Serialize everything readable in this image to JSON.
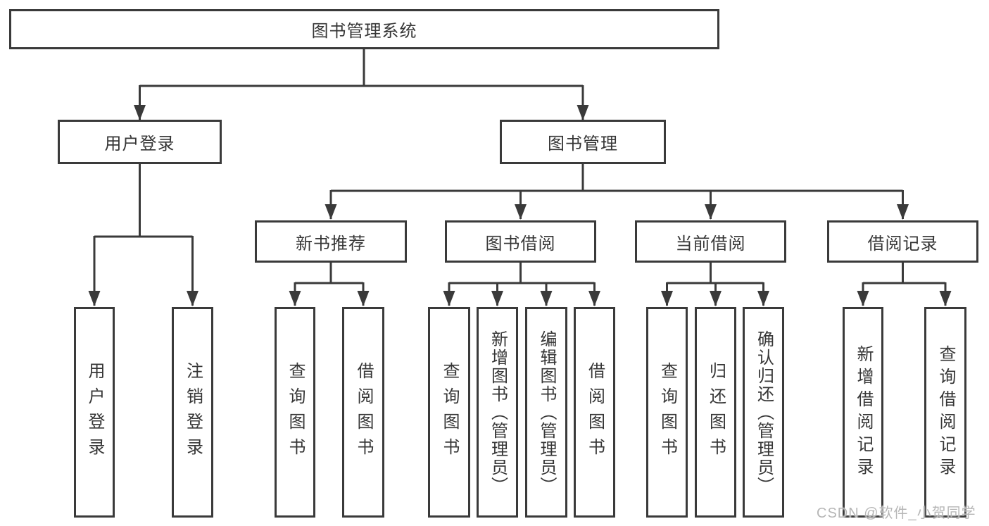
{
  "diagram": {
    "root": {
      "label": "图书管理系统"
    },
    "user_login": {
      "label": "用户登录",
      "children": [
        {
          "label": "用户登录"
        },
        {
          "label": "注销登录"
        }
      ]
    },
    "book_mgmt": {
      "label": "图书管理",
      "sections": [
        {
          "label": "新书推荐",
          "children": [
            {
              "label": "查询图书"
            },
            {
              "label": "借阅图书"
            }
          ]
        },
        {
          "label": "图书借阅",
          "children": [
            {
              "label": "查询图书"
            },
            {
              "label": "新增图书（管理员）"
            },
            {
              "label": "编辑图书（管理员）"
            },
            {
              "label": "借阅图书"
            }
          ]
        },
        {
          "label": "当前借阅",
          "children": [
            {
              "label": "查询图书"
            },
            {
              "label": "归还图书"
            },
            {
              "label": "确认归还（管理员）"
            }
          ]
        },
        {
          "label": "借阅记录",
          "children": [
            {
              "label": "新增借阅记录"
            },
            {
              "label": "查询借阅记录"
            }
          ]
        }
      ]
    }
  },
  "watermark": {
    "text": "CSDN @软件_小贺同学"
  },
  "colors": {
    "line": "#3a3a3a",
    "text": "#363636",
    "watermark": "#b6b6b6",
    "background": "#ffffff"
  }
}
